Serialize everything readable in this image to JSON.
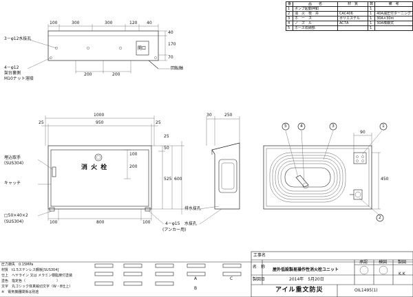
{
  "bom": {
    "headers": [
      "番",
      "品　　名",
      "材　質",
      "数",
      "備　考"
    ],
    "rows": [
      [
        "1",
        "ポンプ起動押釦",
        "",
        "1",
        ""
      ],
      [
        "2",
        "消　火　栓　弁",
        "CAC406",
        "1",
        "40A減圧付ターニング"
      ],
      [
        "3",
        "ホ　ー　ス",
        "ポリエステル",
        "1",
        "30A×30m"
      ],
      [
        "4",
        "ノ　ズ　ル",
        "AC7A",
        "1",
        "30A噴霧式"
      ],
      [
        "5",
        "ホース収納部",
        "",
        "1",
        ""
      ]
    ]
  },
  "top_view": {
    "hole_note": "3－φ12水抜孔",
    "dims_top": [
      "100",
      "300",
      "300",
      "120",
      "40"
    ],
    "dims_bottom": [
      "200",
      "200"
    ],
    "dims_right": [
      "40",
      "170",
      "70"
    ],
    "door_label": "開口",
    "bolt_note": "4－φ12",
    "bolt_note2": "架台裏側",
    "bolt_note3": "M10ナット溶接",
    "hinge_label": "回転軸"
  },
  "front_view": {
    "dim_total": "1000",
    "dim_inner": "950",
    "dim_left": "25",
    "dim_right": "25",
    "dim_h1": "50",
    "dim_h2": "525",
    "dim_h3": "600",
    "dim_h4": "25",
    "dim_h5": "100",
    "dim_h6": "200",
    "dim_bottom_left": "100",
    "dim_bottom_mid": "800",
    "dim_bottom_right": "100",
    "cabinet_title": "消 火 栓",
    "embed_label": "埋込取手",
    "embed_sub": "(SUS304)",
    "catch_label": "キャッチ",
    "plate_label": "□50×40×2",
    "plate_sub": "(SUS304)",
    "anchor_note": "4－φ15",
    "anchor_sub": "(アンカー用)"
  },
  "side_view": {
    "dim_30": "30",
    "dim_250": "250",
    "drain_label": "排水抜孔",
    "water_label": "水抜孔"
  },
  "interior_view": {
    "callouts": [
      "1",
      "2",
      "3",
      "4",
      "5"
    ],
    "dim_90": "90",
    "dim_450": "450"
  },
  "notes": {
    "lines": [
      "圧力損失　0.15MPa",
      "材質　t1.5ステンレス鋼板[SUS304]",
      "仕上　ヘヤライン 又は メラミン樹脂焼付塗装",
      "塗色　指定色（　　　　　　　　　）",
      "文字　丸ゴシック体真鍮切文字（W・B仕上）",
      "※　電気機器関係は別途"
    ],
    "mark_a": "A",
    "mark_b": "B",
    "mark_c": "C"
  },
  "title_block": {
    "project_label": "工事名",
    "name_label": "名　称",
    "name_value": "屋外低設製易操作性消火栓ユニット",
    "date_label": "製図日",
    "date_value": "2014年　5月20日",
    "approve_label": "承認",
    "check_label": "検図",
    "draw_label": "製図",
    "check_initials": "K.K",
    "company": "アイル重文防災",
    "drawing_no": "OIL1495(1)"
  }
}
